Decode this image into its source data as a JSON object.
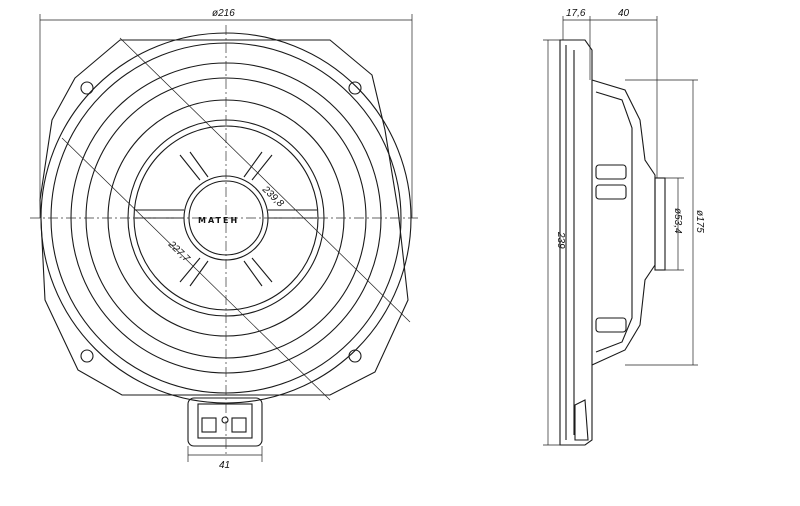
{
  "front_view": {
    "dim_outer_diameter": "ø216",
    "dim_diagonal_outer": "239,8",
    "dim_diagonal_inner": "227,7",
    "dim_terminal_width": "41",
    "logo_text": "MATEH"
  },
  "side_view": {
    "dim_flange_depth": "17,6",
    "dim_basket_depth": "40",
    "dim_height": "239",
    "dim_magnet_diameter": "ø53,4",
    "dim_basket_diameter": "ø175"
  }
}
